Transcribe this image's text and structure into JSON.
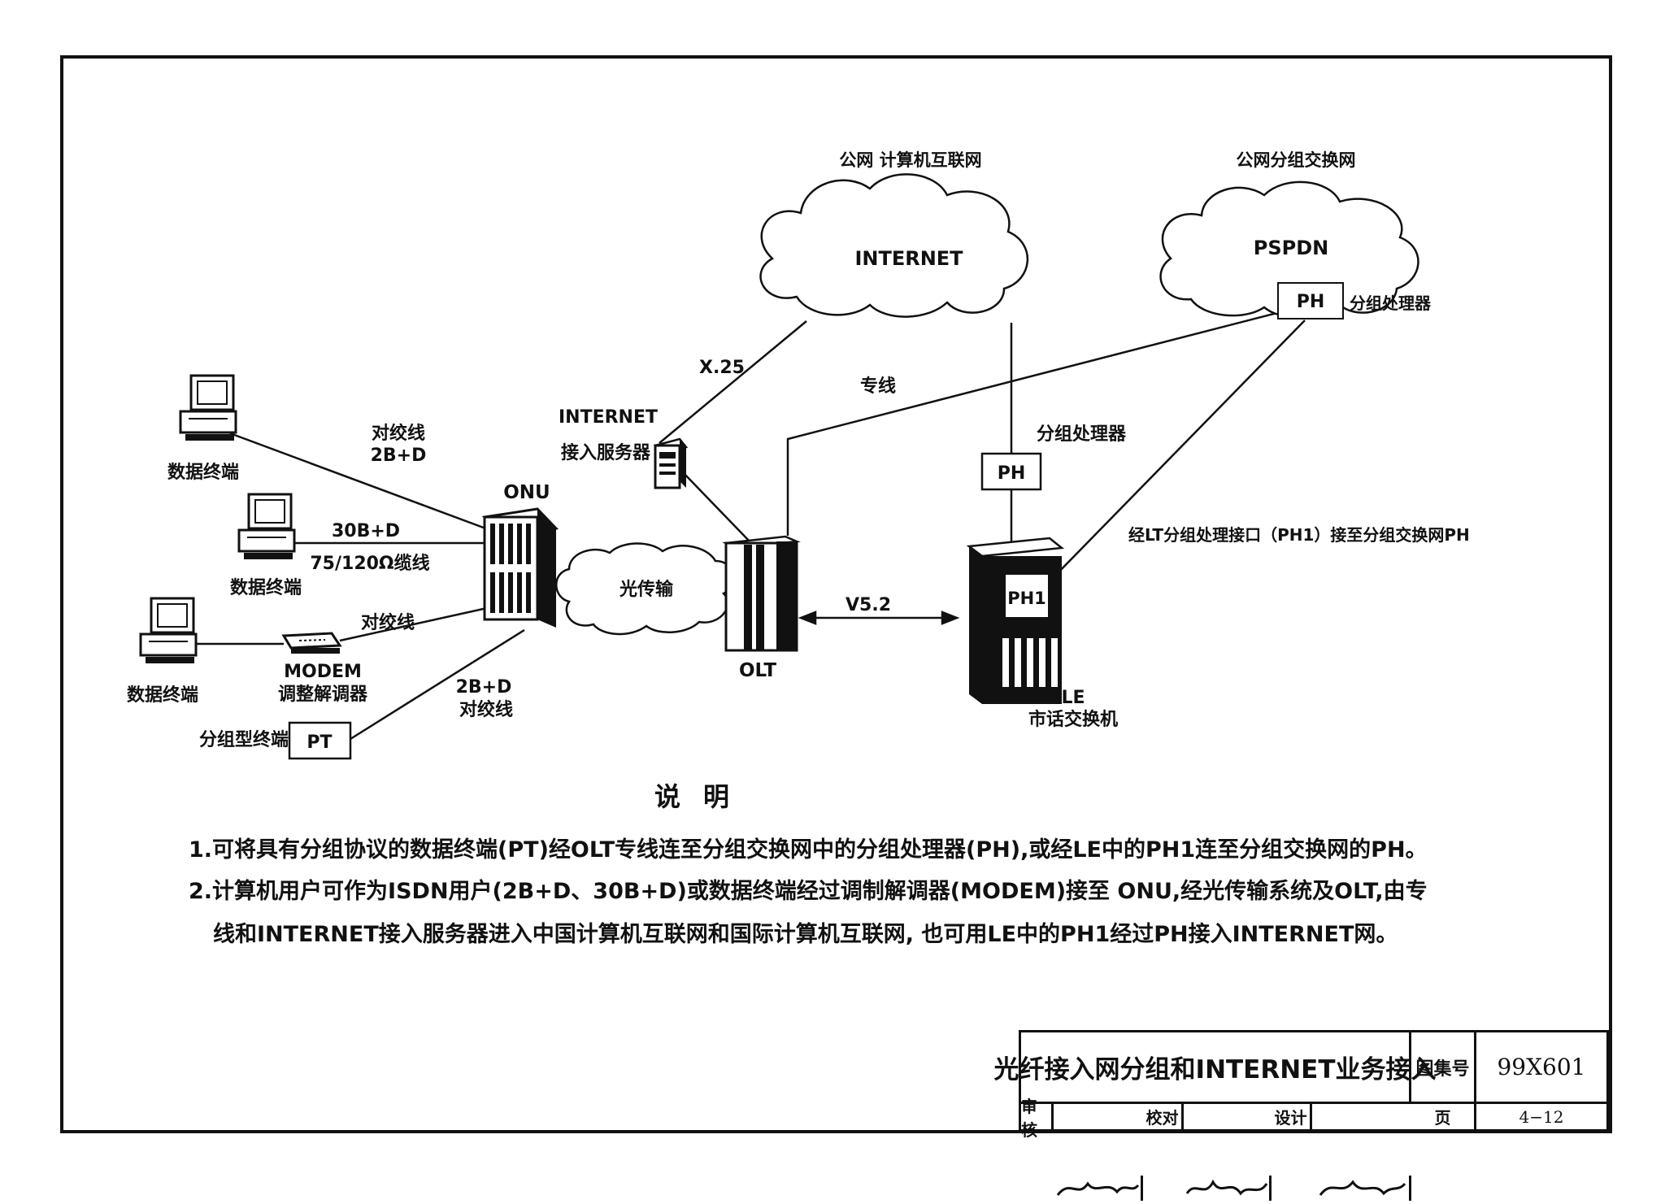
{
  "clouds": {
    "internet": {
      "caption": "公网 计算机互联网",
      "label": "INTERNET"
    },
    "pspdn": {
      "caption": "公网分组交换网",
      "label": "PSPDN",
      "ph_label": "PH",
      "ph_desc": "分组处理器"
    }
  },
  "terminals": [
    {
      "label": "数据终端"
    },
    {
      "label": "数据终端"
    },
    {
      "label": "数据终端"
    }
  ],
  "links": {
    "twisted_pair_1": "对绞线",
    "link1_rate": "2B+D",
    "link2_rate": "30B+D",
    "link2_cable": "75/120Ω缆线",
    "twisted_pair_3": "对绞线",
    "link4_rate": "2B+D",
    "twisted_pair_4": "对绞线",
    "x25": "X.25",
    "leased_line": "专线",
    "v52": "V5.2",
    "ph1_to_ph": "经LT分组处理接口（PH1）接至分组交换网PH"
  },
  "devices": {
    "modem_name": "MODEM",
    "modem_desc": "调整解调器",
    "pt_desc": "分组型终端",
    "pt_label": "PT",
    "onu": "ONU",
    "optical": "光传输",
    "olt": "OLT",
    "server_name": "INTERNET",
    "server_desc": "接入服务器",
    "ph_desc": "分组处理器",
    "ph_label": "PH",
    "ph1_label": "PH1",
    "le_name": "LE",
    "le_desc": "市话交换机"
  },
  "notes": {
    "title": "说明",
    "line1": "1.可将具有分组协议的数据终端(PT)经OLT专线连至分组交换网中的分组处理器(PH),或经LE中的PH1连至分组交换网的PH。",
    "line2a": "2.计算机用户可作为ISDN用户(2B+D、30B+D)或数据终端经过调制解调器(MODEM)接至 ONU,经光传输系统及OLT,由专",
    "line2b": "线和INTERNET接入服务器进入中国计算机互联网和国际计算机互联网, 也可用LE中的PH1经过PH接入INTERNET网。"
  },
  "title_block": {
    "title": "光纤接入网分组和INTERNET业务接入",
    "atlas_label": "图集号",
    "atlas_no": "99X601",
    "review": "审核",
    "check": "校对",
    "design": "设计",
    "page_label": "页",
    "page_no": "4−12"
  }
}
